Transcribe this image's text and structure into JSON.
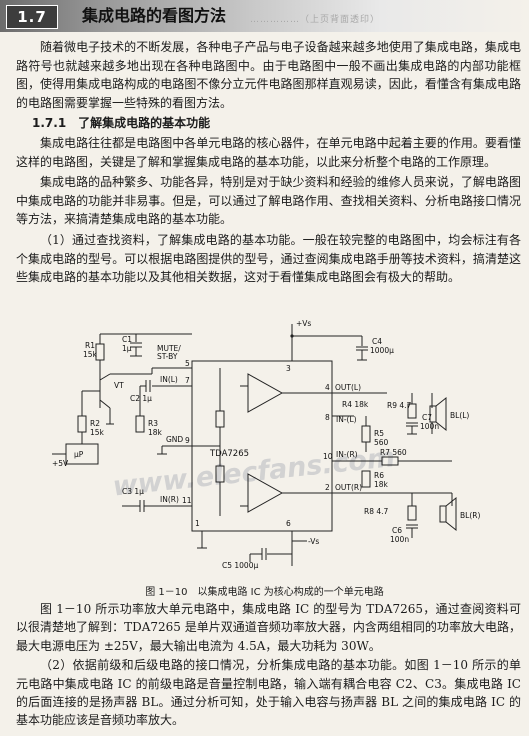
{
  "header": {
    "section_number": "1.7",
    "section_title": "集成电路的看图方法",
    "faint_text": "……………（上页背面透印）"
  },
  "body": {
    "paragraphs_top": [
      "随着微电子技术的不断发展，各种电子产品与电子设备越来越多地使用了集成电路，集成电路符号也就越来越多地出现在各种电路图中。由于电路图中一般不画出集成电路的内部功能框图，使得用集成电路构成的电路图不像分立元件电路图那样直观易读，因此，看懂含有集成电路的电路图需要掌握一些特殊的看图方法。"
    ],
    "subsection_title": "1.7.1　了解集成电路的基本功能",
    "paragraphs_mid": [
      "集成电路往往都是电路图中各单元电路的核心器件，在单元电路中起着主要的作用。要看懂这样的电路图，关键是了解和掌握集成电路的基本功能，以此来分析整个电路的工作原理。",
      "集成电路的品种繁多、功能各异，特别是对于缺少资料和经验的维修人员来说，了解电路图中集成电路的功能并非易事。但是，可以通过了解电路作用、查找相关资料、分析电路接口情况等方法，来搞清楚集成电路的基本功能。",
      "（1）通过查找资料，了解集成电路的基本功能。一般在较完整的电路图中，均会标注有各个集成电路的型号。可以根据电路图提供的型号，通过查阅集成电路手册等技术资料，搞清楚这些集成电路的基本功能以及其他相关数据，这对于看懂集成电路图会有极大的帮助。"
    ],
    "figure_caption": "图 1－10　以集成电路 IC 为核心构成的一个单元电路",
    "paragraphs_bottom": [
      "图 1－10 所示功率放大单元电路中，集成电路 IC 的型号为 TDA7265，通过查阅资料可以很清楚地了解到：TDA7265 是单片双通道音频功率放大器，内含两组相同的功率放大电路，最大电源电压为 ±25V，最大输出电流为 4.5A，最大功耗为 30W。",
      "（2）依据前级和后级电路的接口情况，分析集成电路的基本功能。如图 1－10 所示的单元电路中集成电路 IC 的前级电路是音量控制电路，输入端有耦合电容 C2、C3。集成电路 IC 的后面连接的是扬声器 BL。通过分析可知，处于输入电容与扬声器 BL 之间的集成电路 IC 的基本功能应该是音频功率放大。"
    ]
  },
  "circuit": {
    "ic": "TDA7265",
    "watermark": "www.elecfans.com",
    "vs_plus": "+Vs",
    "vs_minus": "-Vs",
    "plus5v": "+5V",
    "up": "μP",
    "mute": "MUTE/",
    "stby": "ST-BY",
    "gnd": "GND",
    "in_l": "IN(L)",
    "in_r": "IN(R)",
    "out_l": "OUT(L)",
    "out_r": "OUT(R)",
    "in_minus_l": "IN-(L)",
    "in_minus_r": "IN-(R)",
    "vt": "VT",
    "pins": [
      "3",
      "5",
      "7",
      "4",
      "8",
      "9",
      "10",
      "11",
      "2",
      "1",
      "6"
    ],
    "r1": "R1",
    "r1v": "15k",
    "r2": "R2",
    "r2v": "15k",
    "r3": "R3",
    "r3v": "18k",
    "r4": "R4 18k",
    "r5": "R5",
    "r5v": "560",
    "r6": "R6",
    "r6v": "18k",
    "r7": "R7 560",
    "r8": "R8 4.7",
    "r9": "R9 4.7",
    "c1": "C1",
    "c1v": "1μ",
    "c2": "C2 1μ",
    "c3": "C3 1μ",
    "c4": "C4",
    "c4v": "1000μ",
    "c5": "C5 1000μ",
    "c6": "C6",
    "c6v": "100n",
    "c7": "C7",
    "c7v": "100n",
    "bl_l": "BL(L)",
    "bl_r": "BL(R)"
  }
}
